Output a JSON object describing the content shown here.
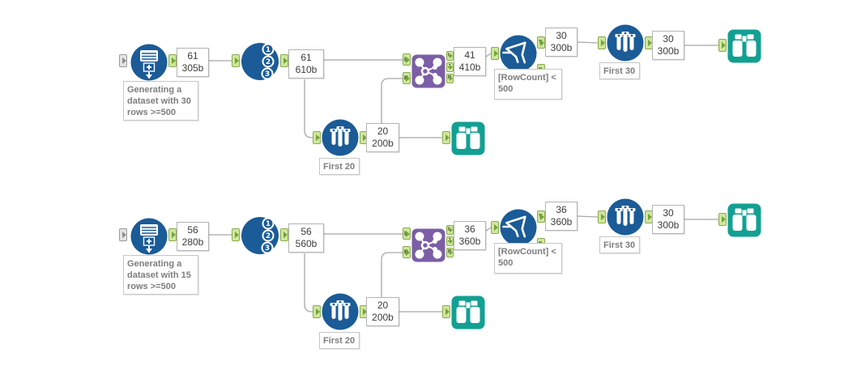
{
  "app": {
    "name": "workflow-canvas"
  },
  "colors": {
    "tool_blue": "#1b5b97",
    "join_purple": "#7b5ea6",
    "browse_teal": "#12a093",
    "anchor_green": "#cfe79b",
    "anchor_green_dark": "#74a33c",
    "wire_gray": "#a8a8a8",
    "annotation_text": "#3c3c3c",
    "comment_text": "#7e7e7e"
  },
  "anchors": {
    "left": "L",
    "right": "R",
    "join": "J",
    "true": "T",
    "false": "F"
  },
  "tools": {
    "generate_rows": "Generate Rows",
    "record_id": "Record ID",
    "sample": "Sample",
    "join": "Join",
    "filter": "Filter",
    "browse": "Browse"
  },
  "workflows": [
    {
      "name": "top-workflow",
      "generate": {
        "count": "61",
        "size": "305b",
        "comment": "Generating a dataset with 30 rows >=500"
      },
      "record_id": {
        "count": "61",
        "size": "610b"
      },
      "sample_first": {
        "count": "20",
        "size": "200b",
        "label": "First 20"
      },
      "join": {
        "count": "41",
        "size": "410b"
      },
      "filter": {
        "count": "30",
        "size": "300b",
        "expression": "[RowCount] < 500"
      },
      "sample_last": {
        "count": "30",
        "size": "300b",
        "label": "First 30"
      }
    },
    {
      "name": "bottom-workflow",
      "generate": {
        "count": "56",
        "size": "280b",
        "comment": "Generating a dataset with 15 rows >=500"
      },
      "record_id": {
        "count": "56",
        "size": "560b"
      },
      "sample_first": {
        "count": "20",
        "size": "200b",
        "label": "First 20"
      },
      "join": {
        "count": "36",
        "size": "360b"
      },
      "filter": {
        "count": "36",
        "size": "360b",
        "expression": "[RowCount] < 500"
      },
      "sample_last": {
        "count": "30",
        "size": "300b",
        "label": "First 30"
      }
    }
  ]
}
